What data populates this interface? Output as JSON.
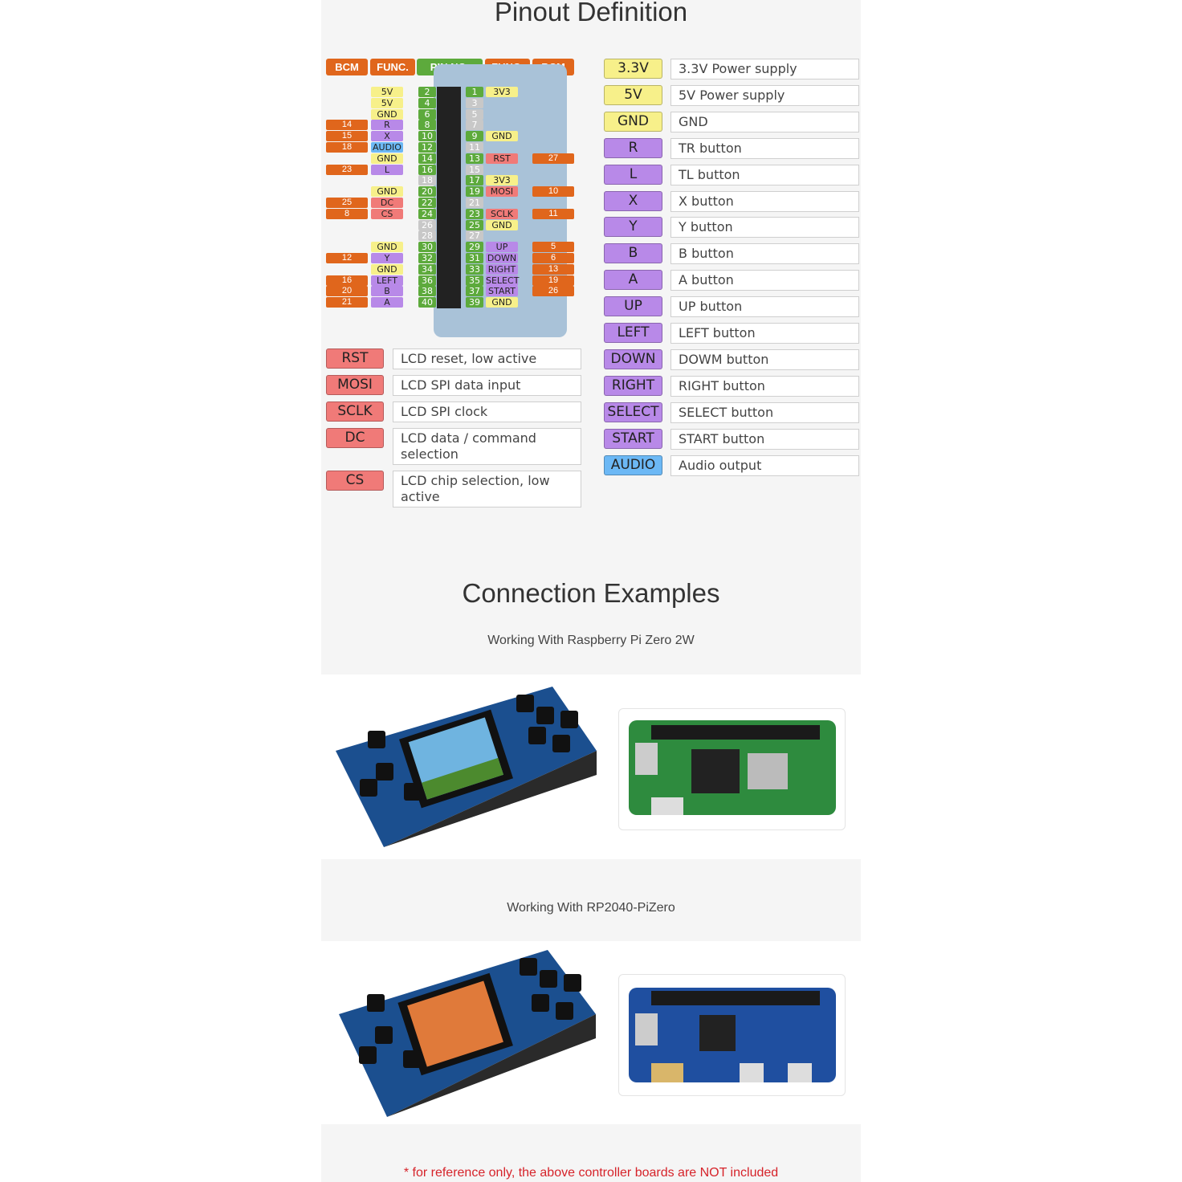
{
  "titles": {
    "pinout": "Pinout Definition",
    "connection": "Connection Examples",
    "zero2w": "Working With Raspberry Pi Zero 2W",
    "rp2040": "Working With RP2040-PiZero",
    "footnote": "* for reference only, the above controller boards are NOT included"
  },
  "header": {
    "bcm": "BCM",
    "func": "FUNC.",
    "pin": "PIN NO."
  },
  "left_pins": [
    {
      "n": "2",
      "f": "5V",
      "b": ""
    },
    {
      "n": "4",
      "f": "5V",
      "b": ""
    },
    {
      "n": "6",
      "f": "GND",
      "b": ""
    },
    {
      "n": "8",
      "f": "R",
      "b": "14"
    },
    {
      "n": "10",
      "f": "X",
      "b": "15"
    },
    {
      "n": "12",
      "f": "AUDIO",
      "b": "18"
    },
    {
      "n": "14",
      "f": "GND",
      "b": ""
    },
    {
      "n": "16",
      "f": "L",
      "b": "23"
    },
    {
      "n": "18",
      "f": "",
      "b": ""
    },
    {
      "n": "20",
      "f": "GND",
      "b": ""
    },
    {
      "n": "22",
      "f": "DC",
      "b": "25"
    },
    {
      "n": "24",
      "f": "CS",
      "b": "8"
    },
    {
      "n": "26",
      "f": "",
      "b": ""
    },
    {
      "n": "28",
      "f": "",
      "b": ""
    },
    {
      "n": "30",
      "f": "GND",
      "b": ""
    },
    {
      "n": "32",
      "f": "Y",
      "b": "12"
    },
    {
      "n": "34",
      "f": "GND",
      "b": ""
    },
    {
      "n": "36",
      "f": "LEFT",
      "b": "16"
    },
    {
      "n": "38",
      "f": "B",
      "b": "20"
    },
    {
      "n": "40",
      "f": "A",
      "b": "21"
    }
  ],
  "right_pins": [
    {
      "n": "1",
      "f": "3V3",
      "b": ""
    },
    {
      "n": "3",
      "f": "",
      "b": ""
    },
    {
      "n": "5",
      "f": "",
      "b": ""
    },
    {
      "n": "7",
      "f": "",
      "b": ""
    },
    {
      "n": "9",
      "f": "GND",
      "b": ""
    },
    {
      "n": "11",
      "f": "",
      "b": ""
    },
    {
      "n": "13",
      "f": "RST",
      "b": "27"
    },
    {
      "n": "15",
      "f": "",
      "b": ""
    },
    {
      "n": "17",
      "f": "3V3",
      "b": ""
    },
    {
      "n": "19",
      "f": "MOSI",
      "b": "10"
    },
    {
      "n": "21",
      "f": "",
      "b": ""
    },
    {
      "n": "23",
      "f": "SCLK",
      "b": "11"
    },
    {
      "n": "25",
      "f": "GND",
      "b": ""
    },
    {
      "n": "27",
      "f": "",
      "b": ""
    },
    {
      "n": "29",
      "f": "UP",
      "b": "5"
    },
    {
      "n": "31",
      "f": "DOWN",
      "b": "6"
    },
    {
      "n": "33",
      "f": "RIGHT",
      "b": "13"
    },
    {
      "n": "35",
      "f": "SELECT",
      "b": "19"
    },
    {
      "n": "37",
      "f": "START",
      "b": "26"
    },
    {
      "n": "39",
      "f": "GND",
      "b": ""
    }
  ],
  "lcd_legend": [
    {
      "tag": "RST",
      "desc": "LCD reset, low active"
    },
    {
      "tag": "MOSI",
      "desc": "LCD SPI data input"
    },
    {
      "tag": "SCLK",
      "desc": "LCD SPI clock"
    },
    {
      "tag": "DC",
      "desc": "LCD data / command selection"
    },
    {
      "tag": "CS",
      "desc": "LCD chip selection, low active"
    }
  ],
  "legend": [
    {
      "tag": "3.3V",
      "desc": "3.3V Power supply",
      "color": "#f7f08a"
    },
    {
      "tag": "5V",
      "desc": "5V Power supply",
      "color": "#f7f08a"
    },
    {
      "tag": "GND",
      "desc": "GND",
      "color": "#f7f08a"
    },
    {
      "tag": "R",
      "desc": "TR button",
      "color": "#b889e8"
    },
    {
      "tag": "L",
      "desc": "TL button",
      "color": "#b889e8"
    },
    {
      "tag": "X",
      "desc": "X button",
      "color": "#b889e8"
    },
    {
      "tag": "Y",
      "desc": "Y button",
      "color": "#b889e8"
    },
    {
      "tag": "B",
      "desc": "B button",
      "color": "#b889e8"
    },
    {
      "tag": "A",
      "desc": "A button",
      "color": "#b889e8"
    },
    {
      "tag": "UP",
      "desc": "UP button",
      "color": "#b889e8"
    },
    {
      "tag": "LEFT",
      "desc": "LEFT button",
      "color": "#b889e8"
    },
    {
      "tag": "DOWN",
      "desc": "DOWM button",
      "color": "#b889e8"
    },
    {
      "tag": "RIGHT",
      "desc": "RIGHT button",
      "color": "#b889e8"
    },
    {
      "tag": "SELECT",
      "desc": "SELECT button",
      "color": "#b889e8"
    },
    {
      "tag": "START",
      "desc": "START button",
      "color": "#b889e8"
    },
    {
      "tag": "AUDIO",
      "desc": "Audio output",
      "color": "#6cb8f5"
    }
  ],
  "colors": {
    "power": "#f7f08a",
    "button": "#b889e8",
    "audio": "#6cb8f5",
    "lcd": "#f07a78",
    "bcm": "#e0661c",
    "pin": "#5daa3c",
    "pin_unused": "#c8c8c8"
  }
}
